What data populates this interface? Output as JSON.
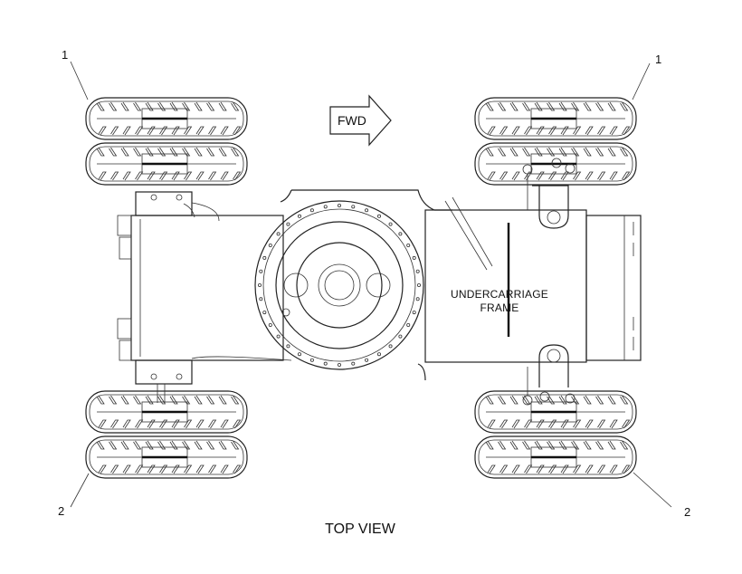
{
  "diagram": {
    "direction_label": "FWD",
    "component_label_line1": "UNDERCARRIAGE",
    "component_label_line2": "FRAME",
    "view_title": "TOP VIEW",
    "callouts": {
      "front_left": "1",
      "front_right": "1",
      "rear_left": "2",
      "rear_right": "2"
    }
  },
  "colors": {
    "line": "#222222",
    "background": "#ffffff"
  }
}
